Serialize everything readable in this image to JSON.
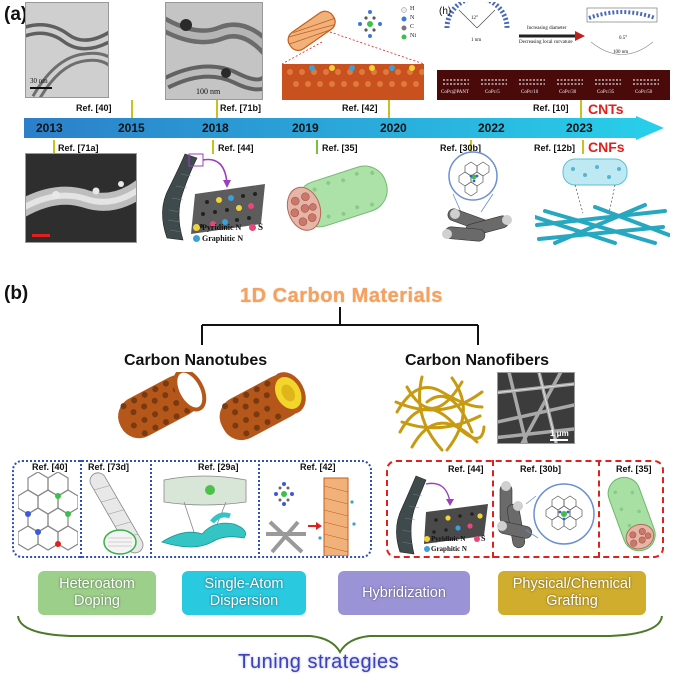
{
  "panel_a": {
    "label": "(a)",
    "years": [
      "2013",
      "2015",
      "2018",
      "2019",
      "2020",
      "2022",
      "2023"
    ],
    "top_refs": [
      "Ref. [40]",
      "Ref. [71b]",
      "Ref. [42]",
      "Ref. [10]"
    ],
    "bottom_refs": [
      "Ref. [71a]",
      "Ref. [44]",
      "Ref. [35]",
      "Ref. [30b]",
      "Ref. [12b]"
    ],
    "cnt_label": "CNTs",
    "cnf_label": "CNFs",
    "scale_30nm": "30 nm",
    "scale_100nm": "100 nm",
    "inset_h": "(h)",
    "legend_pyridinic": "Pyridinic N",
    "legend_s": "S",
    "legend_graphitic": "Graphitic N",
    "cnt_diam_text": "Increasing diameter",
    "cnt_curv_text": "Decreasing local curvature",
    "dim_1nm": "1 nm",
    "dim_100nm": "100 nm",
    "angle_12": "12°",
    "angle_05": "0.5°",
    "atom_legend": [
      "H",
      "N",
      "C",
      "Ni"
    ],
    "strip_labels": [
      "CoPc@PANT",
      "CoPc/5",
      "CoPc/10",
      "CoPc/30",
      "CoPc/35",
      "CoPc/50"
    ],
    "colors": {
      "arrow_start": "#2c7fc9",
      "arrow_end": "#28d0ea",
      "red": "#e0201c"
    }
  },
  "panel_b": {
    "label": "(b)",
    "title": "1D Carbon Materials",
    "cnt_title": "Carbon Nanotubes",
    "cnf_title": "Carbon Nanofibers",
    "scale_1um": "1 μm",
    "cnt_refs": [
      "Ref. [40]",
      "Ref. [73d]",
      "Ref. [29a]",
      "Ref. [42]"
    ],
    "cnf_refs": [
      "Ref. [44]",
      "Ref. [30b]",
      "Ref. [35]"
    ],
    "legend_pyridinic": "Pyridinic N",
    "legend_s": "S",
    "legend_graphitic": "Graphitic N",
    "strategies": [
      {
        "label": "Heteroatom Doping",
        "color": "#9ccf8a"
      },
      {
        "label": "Single-Atom Dispersion",
        "color": "#29c9e0"
      },
      {
        "label": "Hybridization",
        "color": "#9a94d6"
      },
      {
        "label": "Physical/Chemical Grafting",
        "color": "#d0ad2c"
      }
    ],
    "tuning_label": "Tuning strategies"
  }
}
